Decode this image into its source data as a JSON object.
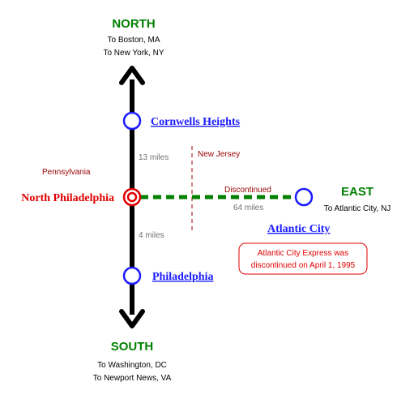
{
  "colors": {
    "main_line": "#000000",
    "station_blue": "#1a1aff",
    "heading_green": "#008000",
    "red": "#e00000",
    "dark_red": "#990000",
    "dashed_green": "#008000",
    "grey": "#707070"
  },
  "north": {
    "label": "NORTH",
    "line1": "To Boston, MA",
    "line2": "To New York, NY"
  },
  "south": {
    "label": "SOUTH",
    "line1": "To Washington, DC",
    "line2": "To Newport News, VA"
  },
  "east": {
    "label": "EAST",
    "line1": "To Atlantic City, NJ"
  },
  "stations": {
    "cornwells": "Cornwells Heights",
    "north_philadelphia": "North Philadelphia",
    "philadelphia": "Philadelphia",
    "atlantic_city": "Atlantic City"
  },
  "distances": {
    "north_segment": "13 miles",
    "south_segment": "4 miles",
    "east_segment": "64 miles"
  },
  "states": {
    "west": "Pennsylvania",
    "east": "New Jersey"
  },
  "discontinued_label": "Discontinued",
  "note": {
    "line1": "Atlantic City Express was",
    "line2": "discontinued on April 1, 1995"
  }
}
